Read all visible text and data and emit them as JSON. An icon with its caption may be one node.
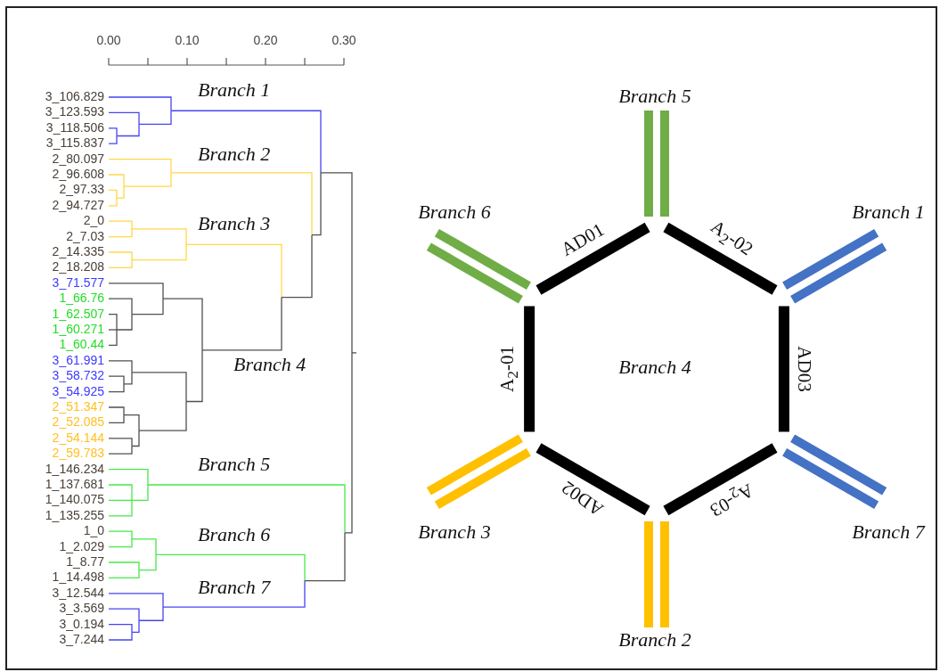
{
  "diagram": {
    "labels": [
      "0.00",
      "0.10",
      "0.20",
      "0.30",
      "3_106.829",
      "3_123.593",
      "3_118.506",
      "3_115.837",
      "2_80.097",
      "2_96.608",
      "2_97.33",
      "2_94.727",
      "2_0",
      "2_7.03",
      "2_14.335",
      "2_18.208",
      "3_71.577",
      "1_66.76",
      "1_62.507",
      "1_60.271",
      "1_60.44",
      "3_61.991",
      "3_58.732",
      "3_54.925",
      "2_51.347",
      "2_52.085",
      "2_54.144",
      "2_59.783",
      "1_146.234",
      "1_137.681",
      "1_140.075",
      "1_135.255",
      "1_0",
      "1_2.029",
      "1_8.77",
      "1_14.498",
      "3_12.544",
      "3_3.569",
      "3_0.194",
      "3_7.244",
      "Branch 1",
      "Branch 2",
      "Branch 3",
      "Branch 4",
      "Branch 5",
      "Branch 6",
      "Branch 7",
      "Branch 5",
      "Branch 6",
      "AD01",
      "A$_{2}$-02",
      "Branch 1",
      "A$_{2}$-01",
      "Branch 4",
      "AD03",
      "AD02",
      "A$_{2}$-03",
      "Branch 3",
      "Branch 7",
      "Branch 2"
    ]
  }
}
